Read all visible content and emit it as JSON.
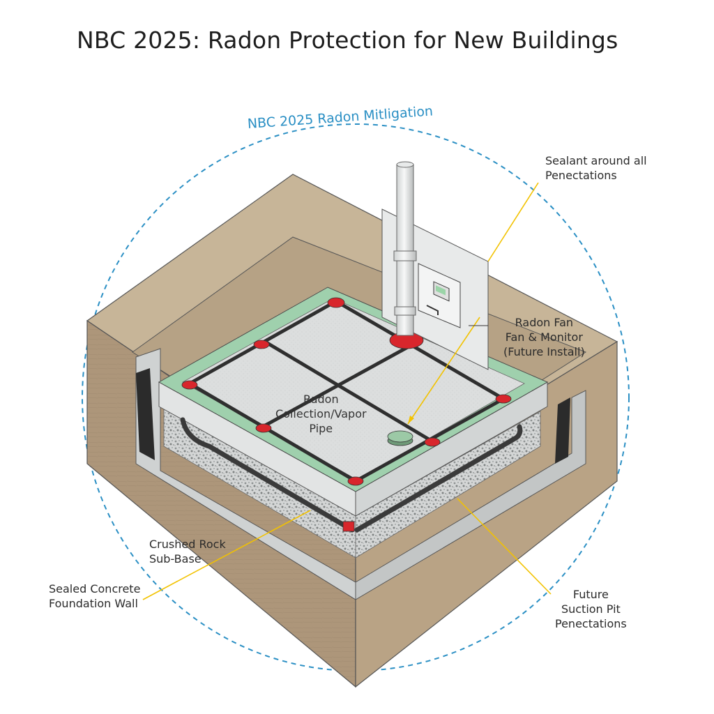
{
  "title": "NBC 2025: Radon Protection for New Buildings",
  "circle_caption": "NBC 2025 Radon Mitligation",
  "labels": {
    "sealant": "Sealant around all\nPenectations",
    "fan": "Radon Fan\nFan & Monitor\n(Future Install)",
    "pipe": "Radon\nCollection/Vapor\nPipe",
    "crushed_rock": "Crushed Rock\nSub-Base",
    "foundation_wall": "Sealed Concrete\nFoundation Wall",
    "suction_pit": "Future\nSuction Pit\nPenectations"
  },
  "colors": {
    "circle": "#2a8fc4",
    "leader": "#f2c200",
    "soil": "#b09a7e",
    "soil_top": "#c9b79c",
    "concrete": "#d7d9d9",
    "membrane": "#8fc9a3",
    "pipe": "#2f2f2f",
    "seal": "#d8262c",
    "gravel": "#c9cbcb"
  },
  "icons": [
    "vent-stack-icon",
    "fan-monitor-icon",
    "suction-cap-icon"
  ]
}
